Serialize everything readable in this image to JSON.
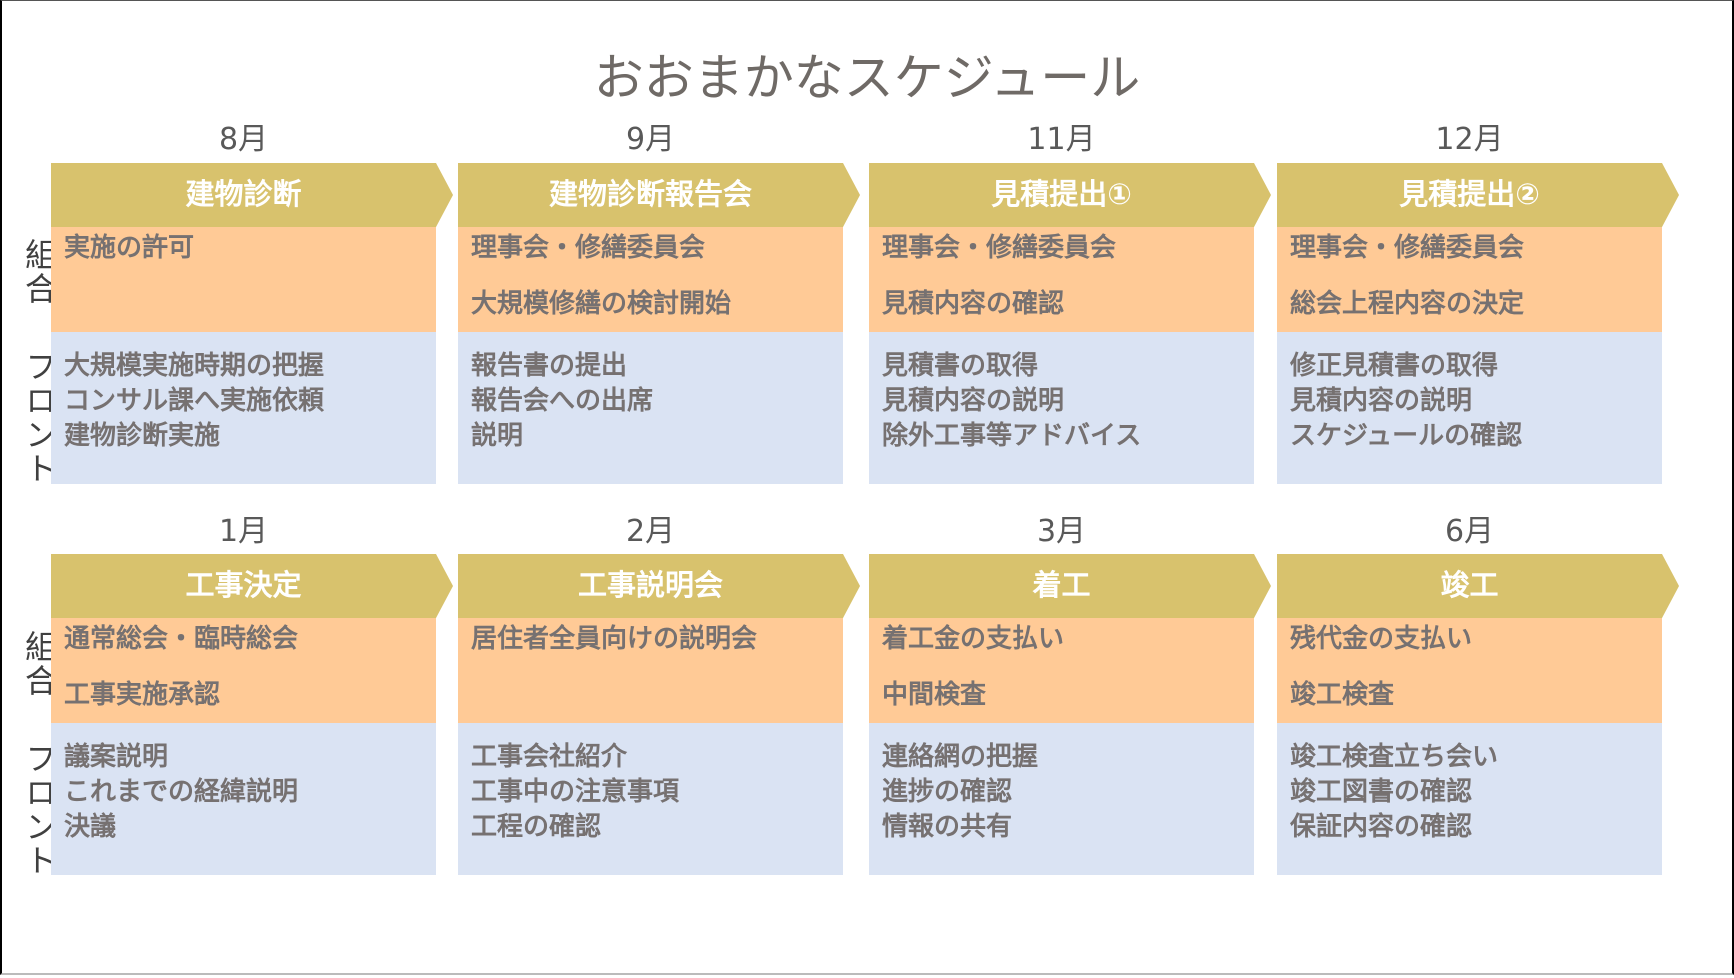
{
  "title": "おおまかなスケジュール",
  "side_labels": {
    "org": "組合",
    "front": "フロント"
  },
  "colors": {
    "header": "#d8c26d",
    "org": "#ffca96",
    "front": "#dae3f3",
    "text": "#767171"
  },
  "cards": [
    {
      "month": "8月",
      "header": "建物診断",
      "org": [
        "実施の許可",
        ""
      ],
      "front": [
        "大規模実施時期の把握",
        "コンサル課へ実施依頼",
        "建物診断実施"
      ]
    },
    {
      "month": "9月",
      "header": "建物診断報告会",
      "org": [
        "理事会・修繕委員会",
        "大規模修繕の検討開始"
      ],
      "front": [
        "報告書の提出",
        "報告会への出席",
        "説明"
      ]
    },
    {
      "month": "11月",
      "header": "見積提出①",
      "org": [
        "理事会・修繕委員会",
        "見積内容の確認"
      ],
      "front": [
        "見積書の取得",
        "見積内容の説明",
        "除外工事等アドバイス"
      ]
    },
    {
      "month": "12月",
      "header": "見積提出②",
      "org": [
        "理事会・修繕委員会",
        "総会上程内容の決定"
      ],
      "front": [
        "修正見積書の取得",
        "見積内容の説明",
        "スケジュールの確認"
      ]
    },
    {
      "month": "1月",
      "header": "工事決定",
      "org": [
        "通常総会・臨時総会",
        "工事実施承認"
      ],
      "front": [
        "議案説明",
        "これまでの経緯説明",
        "決議"
      ]
    },
    {
      "month": "2月",
      "header": "工事説明会",
      "org": [
        "居住者全員向けの説明会",
        ""
      ],
      "front": [
        "工事会社紹介",
        "工事中の注意事項",
        "工程の確認"
      ]
    },
    {
      "month": "3月",
      "header": "着工",
      "org": [
        "着工金の支払い",
        "中間検査"
      ],
      "front": [
        "連絡網の把握",
        "進捗の確認",
        "情報の共有"
      ]
    },
    {
      "month": "6月",
      "header": "竣工",
      "org": [
        "残代金の支払い",
        "竣工検査"
      ],
      "front": [
        "竣工検査立ち会い",
        "竣工図書の確認",
        "保証内容の確認"
      ]
    }
  ]
}
